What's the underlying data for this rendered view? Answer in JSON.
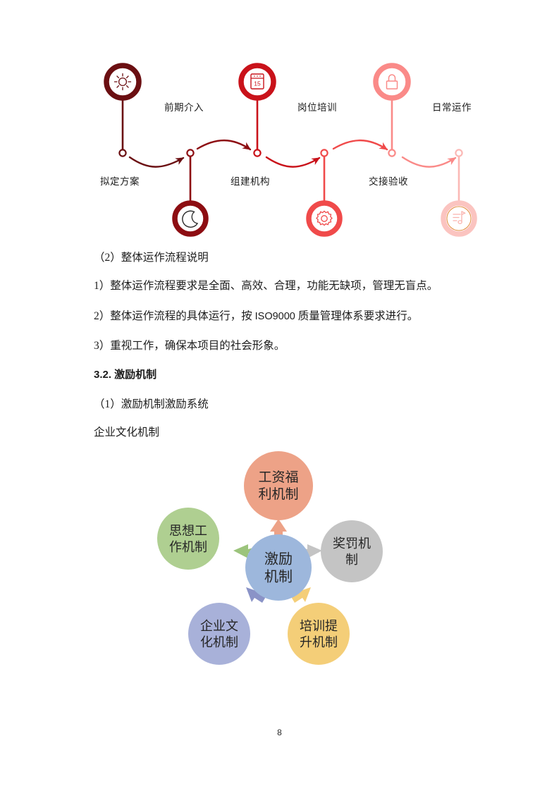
{
  "document": {
    "page_number": "8"
  },
  "timeline": {
    "nodes": [
      {
        "id": "pin-1",
        "icon": "sun-icon",
        "position": "above",
        "color": "#6b0f12",
        "label": "拟定方案",
        "label_position": "below"
      },
      {
        "id": "pin-2",
        "icon": "moon-icon",
        "position": "below",
        "color": "#9c0e13",
        "label": "前期介入",
        "label_position": "above"
      },
      {
        "id": "pin-3",
        "icon": "calendar-icon",
        "icon_text": "15",
        "position": "above",
        "color": "#d1121a",
        "label": "组建机构",
        "label_position": "below"
      },
      {
        "id": "pin-4",
        "icon": "gear-icon",
        "position": "below",
        "color": "#f2484a",
        "label": "岗位培训",
        "label_position": "above"
      },
      {
        "id": "pin-5",
        "icon": "lock-icon",
        "position": "above",
        "color": "#fa8585",
        "label": "交接验收",
        "label_position": "below"
      },
      {
        "id": "pin-6",
        "icon": "music-note-icon",
        "position": "below",
        "color": "#fcc0bd",
        "label": "日常运作",
        "label_position": "above"
      }
    ],
    "labels_above": [
      "前期介入",
      "岗位培训",
      "日常运作"
    ],
    "labels_below": [
      "拟定方案",
      "组建机构",
      "交接验收"
    ]
  },
  "body": {
    "lines": [
      {
        "id": "line-1",
        "text": "（2）整体运作流程说明",
        "style": "normal"
      },
      {
        "id": "line-2",
        "text": "1）整体运作流程要求是全面、高效、合理，功能无缺项，管理无盲点。",
        "style": "normal"
      },
      {
        "id": "line-3",
        "text": "2）整体运作流程的具体运行，按 ISO9000 质量管理体系要求进行。",
        "style": "normal"
      },
      {
        "id": "line-4",
        "text": "3）重视工作，确保本项目的社会形象。",
        "style": "normal"
      },
      {
        "id": "line-5",
        "text": "3.2. 激励机制",
        "style": "heading"
      },
      {
        "id": "line-6",
        "text": "（1）激励机制激励系统",
        "style": "normal"
      },
      {
        "id": "line-7",
        "text": "企业文化机制",
        "style": "normal"
      }
    ],
    "line_3_parts": {
      "pre": "2）整体运作流程的具体运行，按 ",
      "latin": "ISO9000",
      "post": " 质量管理体系要求进行。"
    }
  },
  "radial_diagram": {
    "center": {
      "id": "center-node",
      "lines": [
        "激励",
        "机制"
      ],
      "color": "#9DB7DC"
    },
    "nodes": [
      {
        "id": "node-salary",
        "lines": [
          "工资福",
          "利机制"
        ],
        "color": "#EDA287",
        "arrow_color": "#EDA287",
        "angle": "top"
      },
      {
        "id": "node-reward",
        "lines": [
          "奖罚机",
          "制"
        ],
        "color": "#C4C4C4",
        "arrow_color": "#C4C4C4",
        "angle": "right-upper"
      },
      {
        "id": "node-training",
        "lines": [
          "培训提",
          "升机制"
        ],
        "color": "#F4CE78",
        "arrow_color": "#F4CE78",
        "angle": "right-lower"
      },
      {
        "id": "node-culture",
        "lines": [
          "企业文",
          "化机制"
        ],
        "color": "#A8B1D9",
        "arrow_color": "#8A93C7",
        "angle": "left-lower"
      },
      {
        "id": "node-ideology",
        "lines": [
          "思想工",
          "作机制"
        ],
        "color": "#AFCF91",
        "arrow_color": "#9CC47C",
        "angle": "left-upper"
      }
    ]
  }
}
